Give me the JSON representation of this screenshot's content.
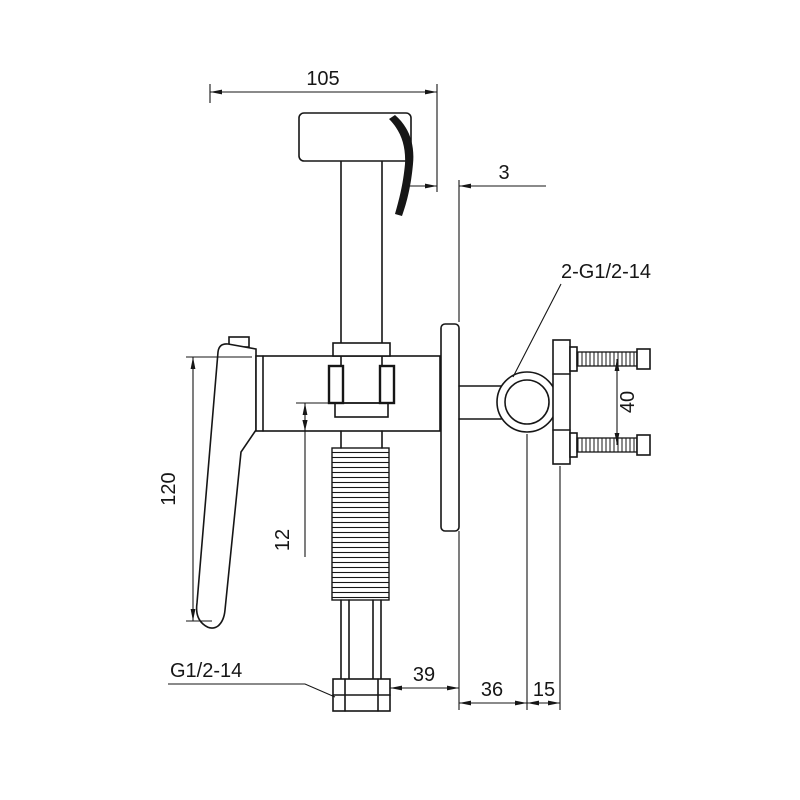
{
  "drawing": {
    "type": "technical-dimension-drawing",
    "subject": "wall-mounted bidet sprayer mixer with handle, wall plate, mounting bolts and flexible hose",
    "labels": {
      "dim_105": "105",
      "dim_3": "3",
      "wall_thread": "2-G1/2-14",
      "dim_40": "40",
      "dim_120": "120",
      "dim_12": "12",
      "hose_thread": "G1/2-14",
      "dim_39": "39",
      "dim_36": "36",
      "dim_15": "15"
    },
    "colors": {
      "line": "#161616",
      "background": "#ffffff"
    }
  }
}
